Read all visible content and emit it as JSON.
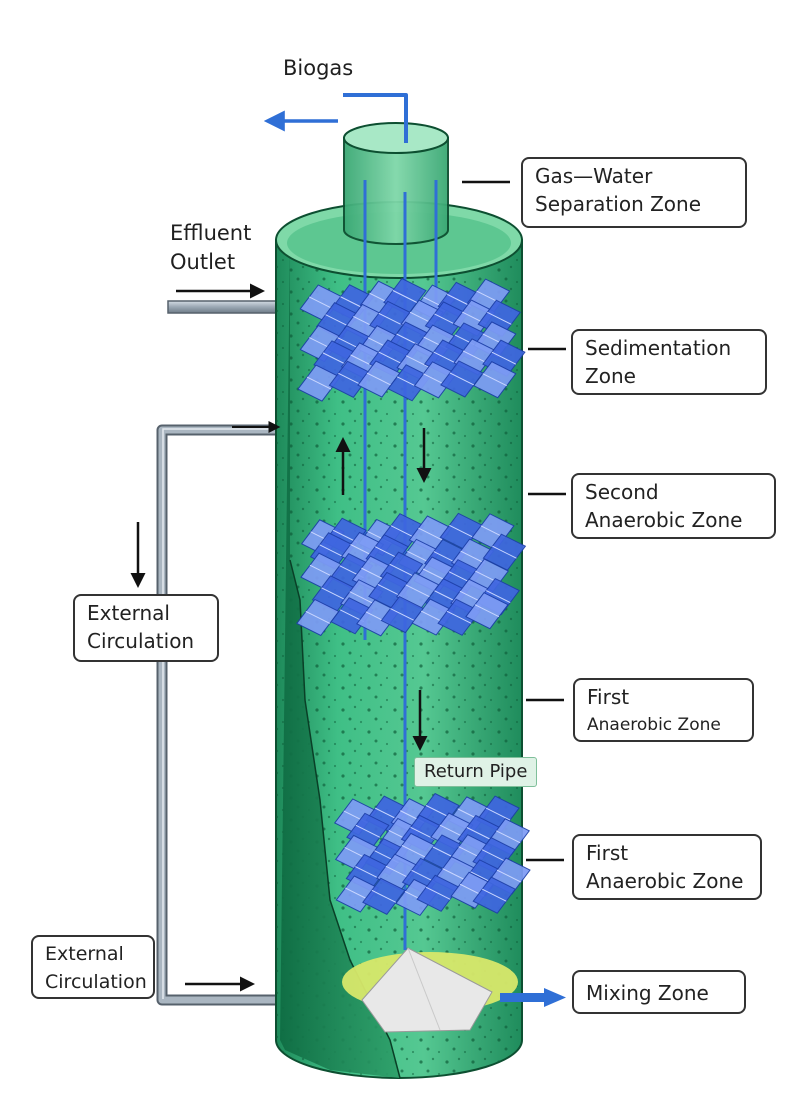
{
  "labels": {
    "biogas": "Biogas",
    "effluent_line1": "Effluent",
    "effluent_line2": "Outlet",
    "gas_water_line1": "Gas—Water",
    "gas_water_line2": "Separation Zone",
    "sedimentation_line1": "Sedimentation",
    "sedimentation_line2": "Zone",
    "second_anaerobic_line1": "Second",
    "second_anaerobic_line2": "Anaerobic Zone",
    "first_anaerobic_a_line1": "First",
    "first_anaerobic_a_line2": "Anaerobic Zone",
    "return_pipe": "Return Pipe",
    "first_anaerobic_b_line1": "First",
    "first_anaerobic_b_line2": "Anaerobic Zone",
    "external_circulation_top_line1": "External",
    "external_circulation_top_line2": "Circulation",
    "external_circulation_bottom_line1": "External",
    "external_circulation_bottom_line2": "Circulation",
    "mixing_zone": "Mixing Zone"
  },
  "colors": {
    "reactor_body": "#2fa872",
    "reactor_highlight": "#8fdcb2",
    "separator_top": "#7fd9a8",
    "packing_blue": "#3f66e0",
    "packing_blue_light": "#7e9cf5",
    "gas_pipe": "#2f6fd6",
    "circulation_pipe": "#9aa7b3",
    "sludge_bed": "#d8e86a",
    "sludge_cone": "#e6e6e6"
  }
}
